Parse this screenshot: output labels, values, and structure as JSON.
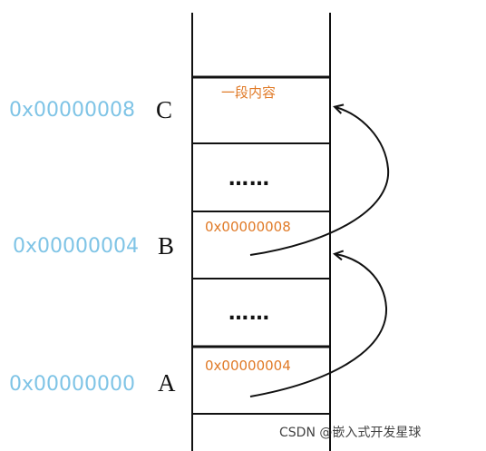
{
  "colors": {
    "address": "#7fc4e6",
    "cell_text": "#e07a27",
    "lines": "#111111"
  },
  "rows": [
    {
      "letter": "C",
      "address": "0x00000008",
      "cell_text": "一段内容"
    },
    {
      "letter": "B",
      "address": "0x00000004",
      "cell_text": "0x00000008"
    },
    {
      "letter": "A",
      "address": "0x00000000",
      "cell_text": "0x00000004"
    }
  ],
  "ellipsis": "……",
  "watermark": "CSDN @嵌入式开发星球"
}
